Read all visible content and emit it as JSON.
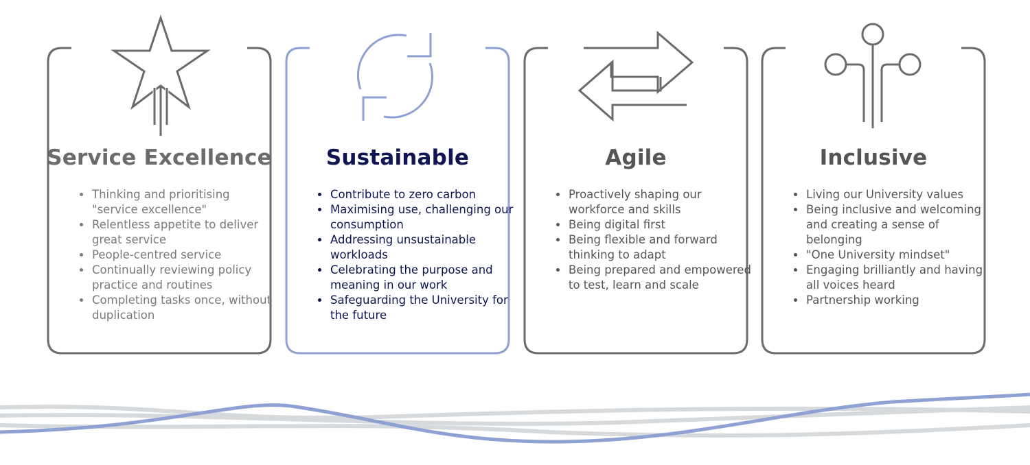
{
  "colors": {
    "frame_grey": "#6b6b6b",
    "accent_periwinkle": "#8fa0d3",
    "navy_text": "#0e1552",
    "wave_grey": "#d7dadc"
  },
  "cards": [
    {
      "icon": "star-icon",
      "title": "Service Excellence",
      "bullets": [
        "Thinking and prioritising \"service excellence\"",
        "Relentless appetite to deliver great service",
        "People-centred service",
        "Continually reviewing policy practice and routines",
        "Completing tasks once, without duplication"
      ]
    },
    {
      "icon": "refresh-cycle-icon",
      "title": "Sustainable",
      "bullets": [
        "Contribute to zero carbon",
        "Maximising use, challenging our consumption",
        "Addressing unsustainable workloads",
        "Celebrating the purpose and meaning in our work",
        "Safeguarding the University for the future"
      ]
    },
    {
      "icon": "swap-arrows-icon",
      "title": "Agile",
      "bullets": [
        "Proactively shaping our workforce and skills",
        "Being digital first",
        "Being flexible and forward thinking to adapt",
        "Being prepared and empowered to test, learn and scale"
      ]
    },
    {
      "icon": "connected-nodes-icon",
      "title": "Inclusive",
      "bullets": [
        "Living our University values",
        "Being inclusive and welcoming and creating a sense of belonging",
        " \"One University mindset\"",
        "Engaging brilliantly and having all voices heard",
        "Partnership working"
      ]
    }
  ]
}
